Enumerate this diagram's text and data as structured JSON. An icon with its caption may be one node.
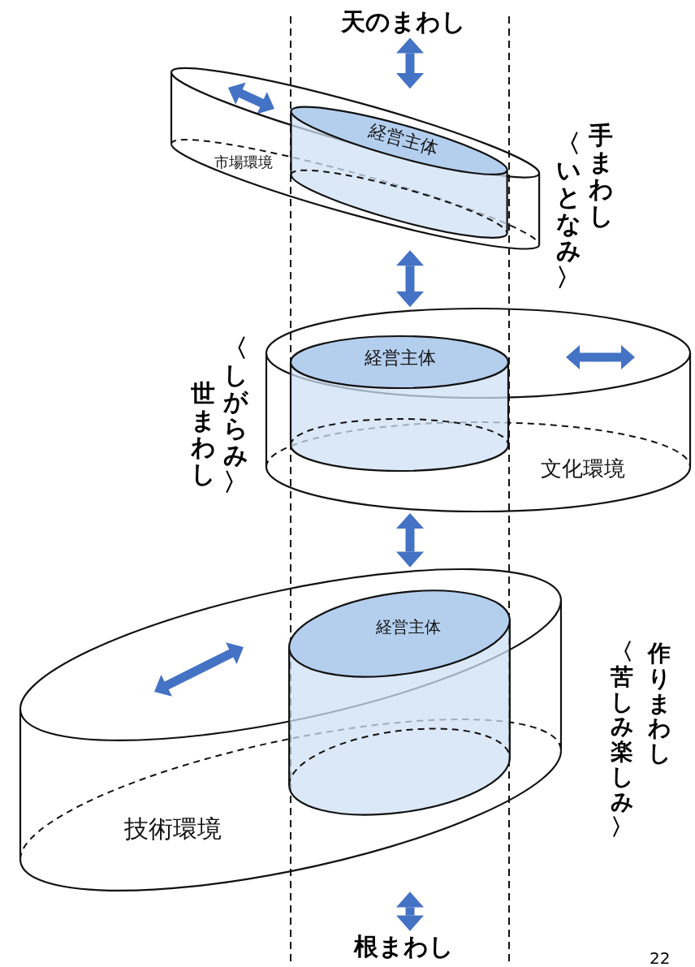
{
  "diagram": {
    "nodes": [
      {
        "text": [
          "天のまわし"
        ]
      },
      {
        "text": [
          "市場環境",
          "経営主体"
        ]
      },
      {
        "text": [
          "文化環境",
          "経営主体"
        ]
      },
      {
        "text": [
          "技術環境",
          "経営主体"
        ]
      },
      {
        "text": [
          "根まわし"
        ]
      }
    ],
    "edges": [
      {
        "from": 0,
        "to": 1,
        "arrow": "both"
      },
      {
        "from": 1,
        "to": 2,
        "arrow": "both"
      },
      {
        "from": 2,
        "to": 3,
        "arrow": "both"
      },
      {
        "from": 3,
        "to": 4,
        "arrow": "both"
      }
    ],
    "labels": [
      "手まわし",
      "〈いとなみ〉",
      "世まわし",
      "〈しがらみ〉",
      "作りまわし",
      "〈苦しみ楽しみ〉",
      "22"
    ]
  }
}
